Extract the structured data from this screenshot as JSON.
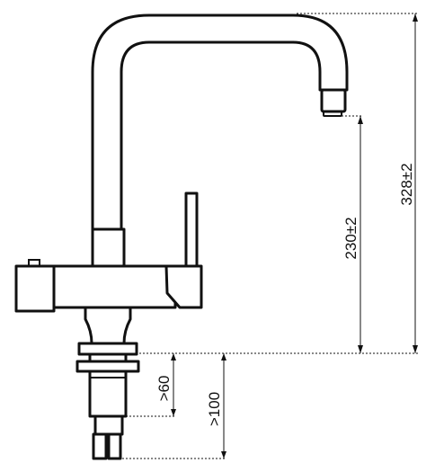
{
  "diagram": {
    "dimensions": {
      "total_height": "328±2",
      "spout_height": "230±2",
      "min_clearance_60": ">60",
      "min_clearance_100": ">100"
    }
  }
}
